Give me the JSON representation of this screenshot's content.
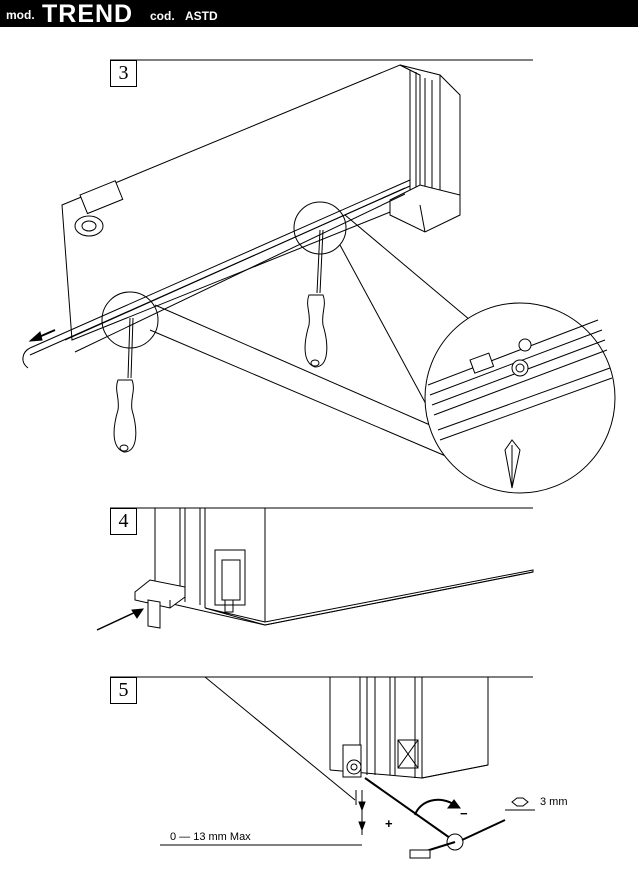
{
  "header": {
    "prefix": "mod.",
    "model": "TREND",
    "code_prefix": "cod.",
    "code": "ASTD"
  },
  "steps": [
    {
      "number": "3"
    },
    {
      "number": "4"
    },
    {
      "number": "5"
    }
  ],
  "step5": {
    "gap_label": "0 — 13 mm Max",
    "hex_label": "3 mm",
    "plus": "+",
    "minus": "−"
  }
}
